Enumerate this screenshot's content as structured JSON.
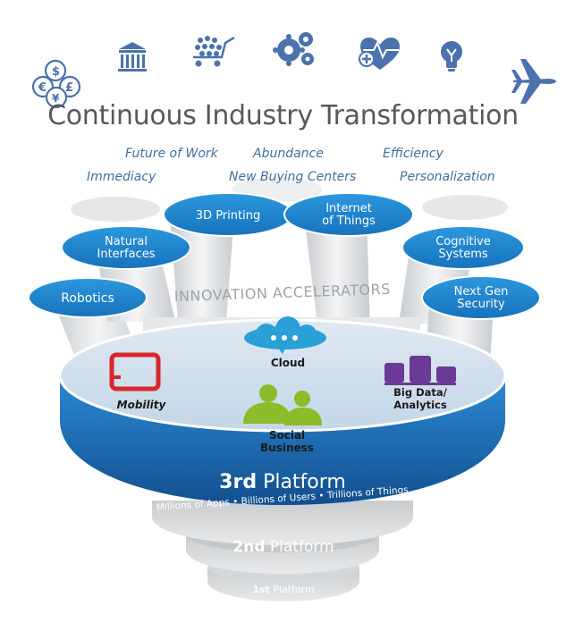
{
  "title": "Continuous Industry Transformation",
  "trends": [
    {
      "label": "Future of Work"
    },
    {
      "label": "Abundance"
    },
    {
      "label": "Efficiency"
    },
    {
      "label": "Immediacy"
    },
    {
      "label": "New Buying Centers"
    },
    {
      "label": "Personalization"
    }
  ],
  "industry_icons": [
    "currency-icon",
    "bank-icon",
    "shopping-cart-icon",
    "gears-icon",
    "health-icon",
    "lightbulb-icon",
    "airplane-icon"
  ],
  "accelerators_label": "INNOVATION ACCELERATORS",
  "accelerators": {
    "robotics": {
      "line1": "Robotics",
      "line2": ""
    },
    "natural_interfaces": {
      "line1": "Natural",
      "line2": "Interfaces"
    },
    "printing_3d": {
      "line1": "3D Printing",
      "line2": ""
    },
    "iot": {
      "line1": "Internet",
      "line2": "of Things"
    },
    "cognitive": {
      "line1": "Cognitive",
      "line2": "Systems"
    },
    "security": {
      "line1": "Next Gen",
      "line2": "Security"
    }
  },
  "pillars": {
    "mobility": "Mobility",
    "cloud": "Cloud",
    "big_data_1": "Big Data/",
    "big_data_2": "Analytics",
    "social_1": "Social",
    "social_2": "Business"
  },
  "platform3": {
    "strong": "3rd",
    "word": "Platform",
    "sub": "Millions of Apps • Billions of Users • Trillions of Things"
  },
  "platform2": {
    "strong": "2nd",
    "word": "Platform"
  },
  "platform1": {
    "strong": "1st",
    "word": "Platform"
  },
  "colors": {
    "icon": "#4a72ad",
    "cylinder_top": "#1f86d0",
    "platform_band": "#1c6db3",
    "mobility": "#d8262a",
    "cloud": "#2a9fd8",
    "social": "#8cbc2a",
    "bigdata": "#6a3a96"
  }
}
